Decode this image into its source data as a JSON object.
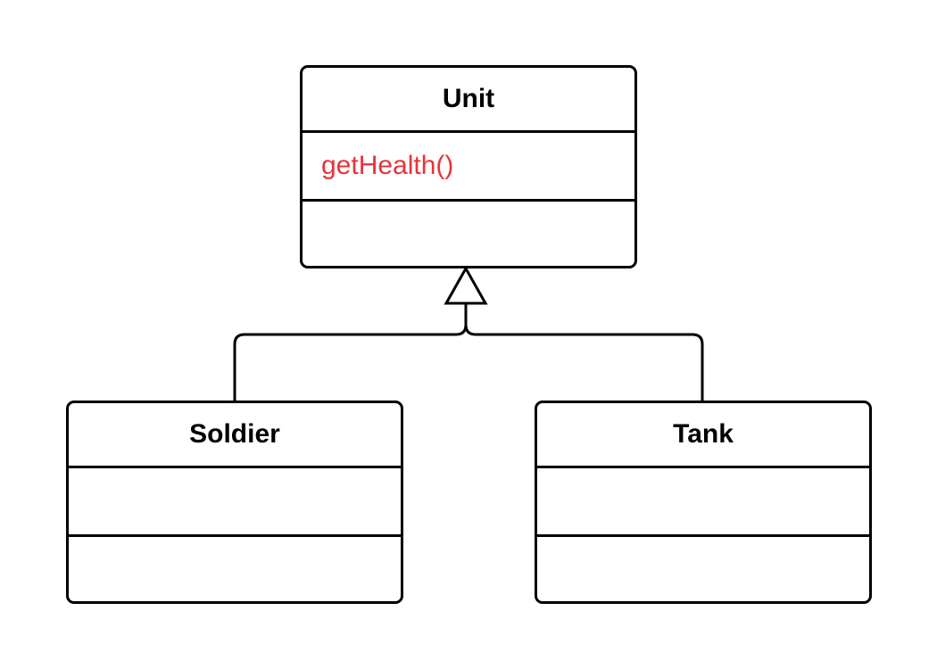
{
  "classes": {
    "unit": {
      "name": "Unit",
      "attributes": [
        "getHealth()"
      ],
      "attribute_color": "#e8333a",
      "operations": []
    },
    "soldier": {
      "name": "Soldier",
      "attributes": [],
      "operations": []
    },
    "tank": {
      "name": "Tank",
      "attributes": [],
      "operations": []
    }
  },
  "relationships": [
    {
      "type": "inheritance",
      "from": "Soldier",
      "to": "Unit"
    },
    {
      "type": "inheritance",
      "from": "Tank",
      "to": "Unit"
    }
  ]
}
